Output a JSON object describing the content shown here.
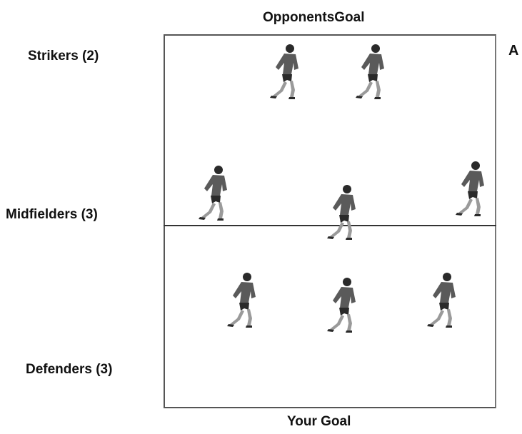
{
  "labels": {
    "top": "OpponentsGoal",
    "bottom": "Your Goal",
    "strikers": "Strikers (2)",
    "midfielders": "Midfielders (3)",
    "defenders": "Defenders (3)",
    "edge": "A"
  },
  "colors": {
    "line": "#333333",
    "jersey": "#5a5a5a",
    "shorts": "#2a2a2a",
    "skin": "#9a9a9a"
  },
  "players": [
    {
      "role": "striker"
    },
    {
      "role": "striker"
    },
    {
      "role": "midfielder"
    },
    {
      "role": "midfielder"
    },
    {
      "role": "midfielder"
    },
    {
      "role": "defender"
    },
    {
      "role": "defender"
    },
    {
      "role": "defender"
    }
  ]
}
